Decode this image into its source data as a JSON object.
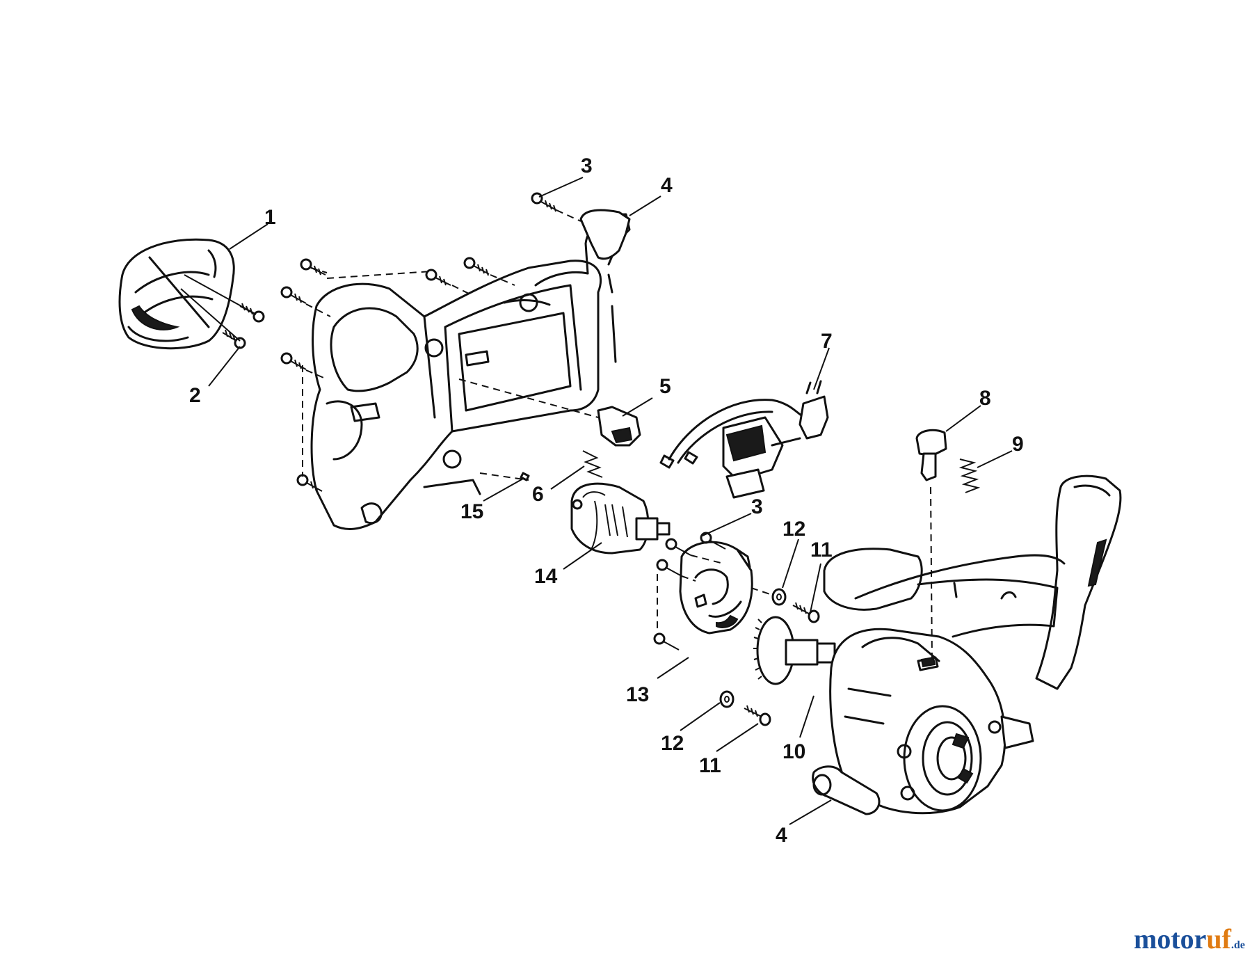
{
  "callouts": {
    "c1": "1",
    "c2": "2",
    "c3a": "3",
    "c3b": "3",
    "c4a": "4",
    "c4b": "4",
    "c5": "5",
    "c6": "6",
    "c7": "7",
    "c8": "8",
    "c9": "9",
    "c10": "10",
    "c11a": "11",
    "c11b": "11",
    "c12a": "12",
    "c12b": "12",
    "c13": "13",
    "c14": "14",
    "c15": "15"
  },
  "watermark": {
    "part1": "motor",
    "part2": "uf",
    "part3": ".de"
  },
  "colors": {
    "line": "#111111",
    "background": "#ffffff",
    "watermark_blue": "#1a4f9a",
    "watermark_orange": "#e07b12"
  }
}
